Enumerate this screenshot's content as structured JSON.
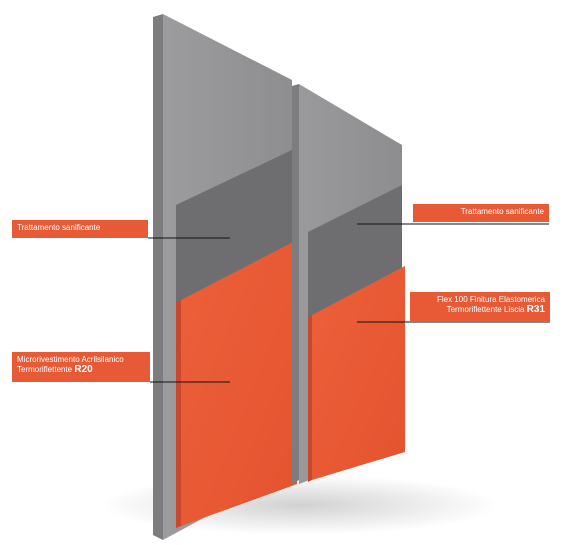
{
  "colors": {
    "accent": "#e85a36",
    "panel_dark": "#6b6b6d",
    "panel_mid": "#8a8a8c",
    "panel_light": "#a3a3a5",
    "line": "#111111"
  },
  "labels": {
    "top_left": {
      "text": "Trattamento sanificante"
    },
    "top_right": {
      "text": "Trattamento sanificante"
    },
    "bottom_left": {
      "line1": "Microrivestimento Acrilsilanico",
      "line2_prefix": "Termoriflettente ",
      "line2_code": "R20"
    },
    "bottom_right": {
      "line1": "Flex 100 Finitura Elastomerica",
      "line2_prefix": "Termoriflettente Liscia ",
      "line2_code": "R31"
    }
  }
}
